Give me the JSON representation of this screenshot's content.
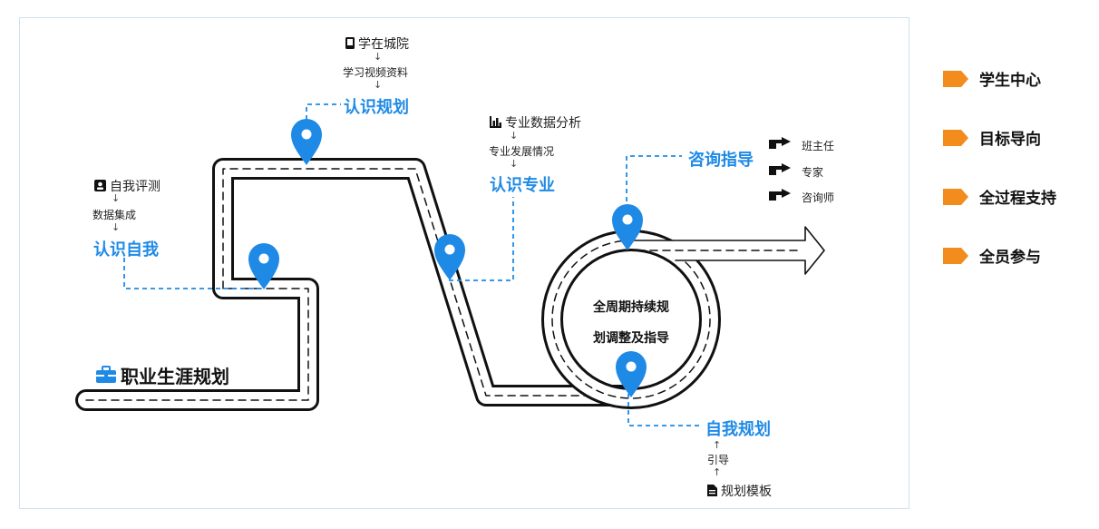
{
  "title": "职业生涯规划",
  "circle_text": [
    "全周期持续规",
    "划调整及指导"
  ],
  "steps": {
    "self": {
      "top": "自我评测",
      "mid": "数据集成",
      "goal": "认识自我"
    },
    "school": {
      "top": "学在城院",
      "mid": "学习视频资料",
      "goal": "认识规划"
    },
    "major": {
      "top": "专业数据分析",
      "mid": "专业发展情况",
      "goal": "认识专业"
    },
    "consult": {
      "goal": "咨询指导",
      "people": [
        "班主任",
        "专家",
        "咨询师"
      ]
    },
    "plan": {
      "goal": "自我规划",
      "mid": "引导",
      "bottom": "规划模板"
    }
  },
  "arrow_glyph_down": "↓",
  "arrow_glyph_up": "↑",
  "sidebar": [
    "学生中心",
    "目标导向",
    "全过程支持",
    "全员参与"
  ],
  "colors": {
    "accent_blue": "#1f8ae6",
    "flag_orange": "#f28c1c",
    "road": "#111111"
  },
  "icons": [
    "briefcase-icon",
    "id-card-icon",
    "phone-icon",
    "bar-chart-icon",
    "document-icon",
    "pointing-hand-icon",
    "location-pin-icon",
    "flag-icon"
  ]
}
